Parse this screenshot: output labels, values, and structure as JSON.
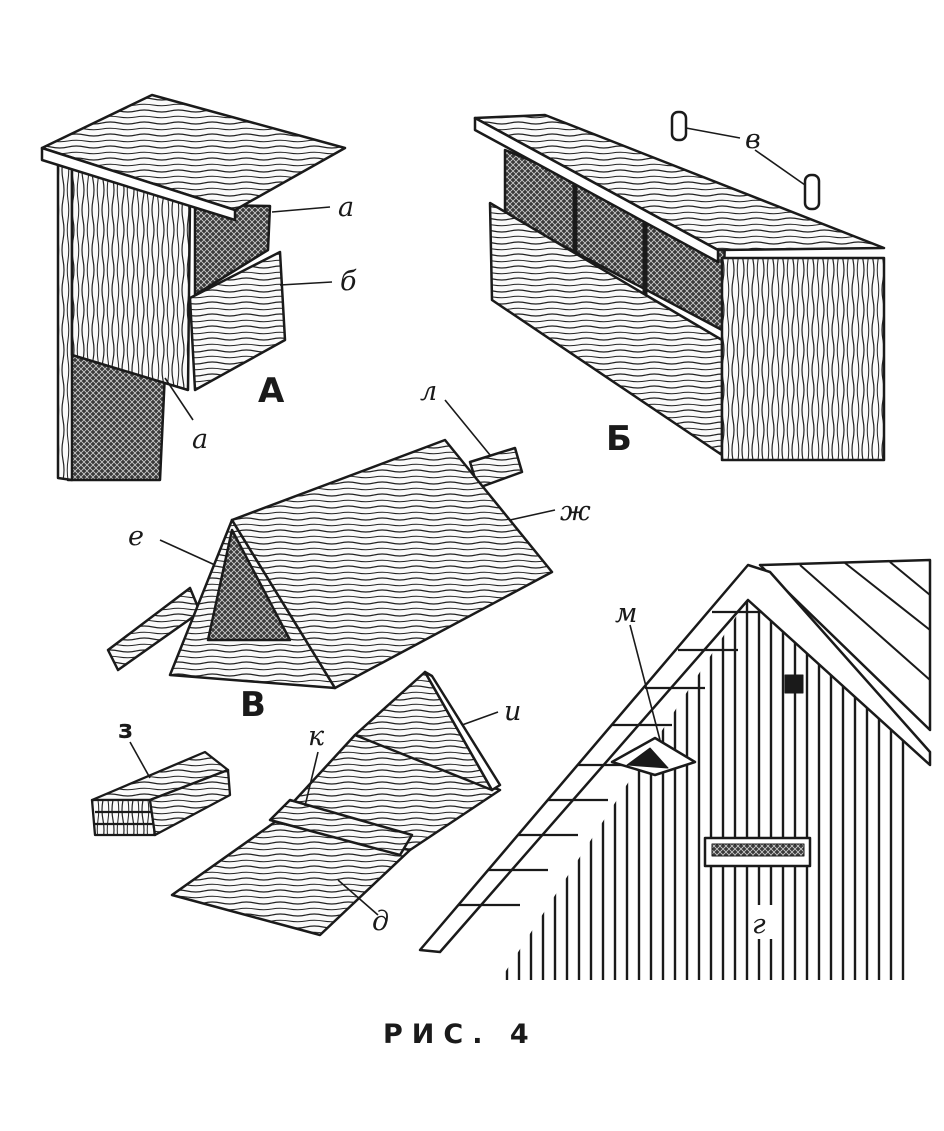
{
  "caption": "РИС. 4",
  "labels": {
    "A": "А",
    "B": "Б",
    "V": "В",
    "a1": "а",
    "a2": "а",
    "b": "б",
    "v": "в",
    "e": "е",
    "zh": "ж",
    "l": "л",
    "z": "з",
    "k": "к",
    "i": "и",
    "d": "д",
    "m": "м",
    "g": "г"
  }
}
